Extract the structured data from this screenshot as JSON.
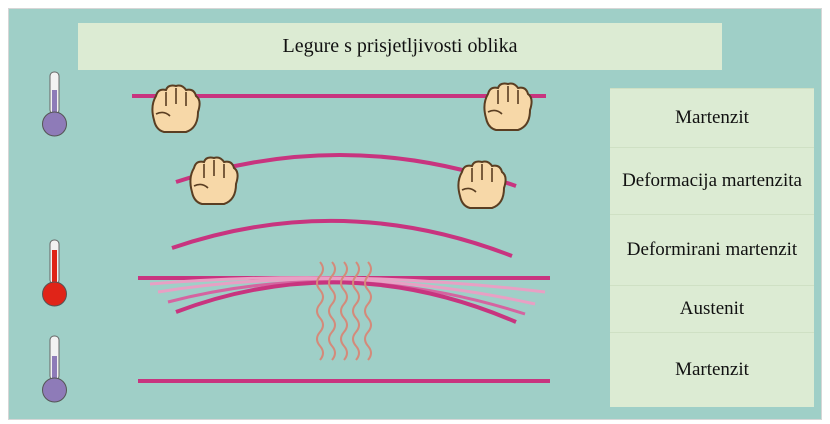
{
  "title": "Legure s prisjetljivosti oblika",
  "stages": [
    {
      "label": "Martenzit"
    },
    {
      "label": "Deformacija martenzita"
    },
    {
      "label": "Deformirani martenzit"
    },
    {
      "label": "Austenit"
    },
    {
      "label": "Martenzit"
    }
  ],
  "colors": {
    "background": "#9fcfc7",
    "label_box": "#dcebd3",
    "wire": "#c8347f",
    "wire_light": "#e8a0c4",
    "heat_waves": "#d48a7a",
    "thermometer_cold": "#8e7bb8",
    "thermometer_hot": "#e02418",
    "hand": "#f7d8a8"
  },
  "icons": [
    "thermometer-cold-icon",
    "thermometer-hot-icon",
    "hand-icon",
    "heat-waves-icon"
  ]
}
